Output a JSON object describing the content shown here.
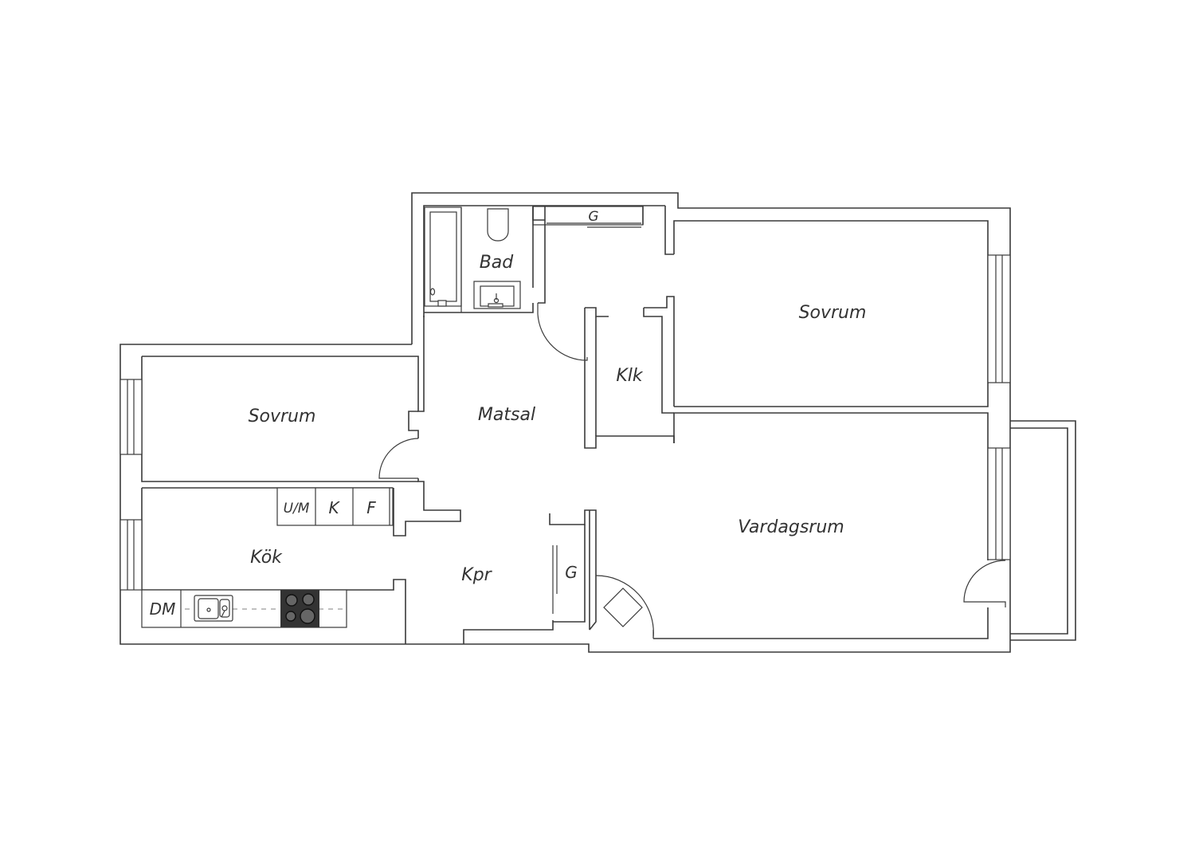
{
  "floorplan": {
    "rooms": {
      "bad": "Bad",
      "garderob_top": "G",
      "sovrum_right": "Sovrum",
      "klk": "Klk",
      "sovrum_left": "Sovrum",
      "matsal": "Matsal",
      "kok": "Kök",
      "kpr": "Kpr",
      "garderob_hall": "G",
      "vardagsrum": "Vardagsrum"
    },
    "appliances": {
      "um": "U/M",
      "k": "K",
      "f": "F",
      "dm": "DM"
    },
    "colors": {
      "wall": "#3a3a3a",
      "stove": "#333333",
      "text": "#333333"
    }
  }
}
